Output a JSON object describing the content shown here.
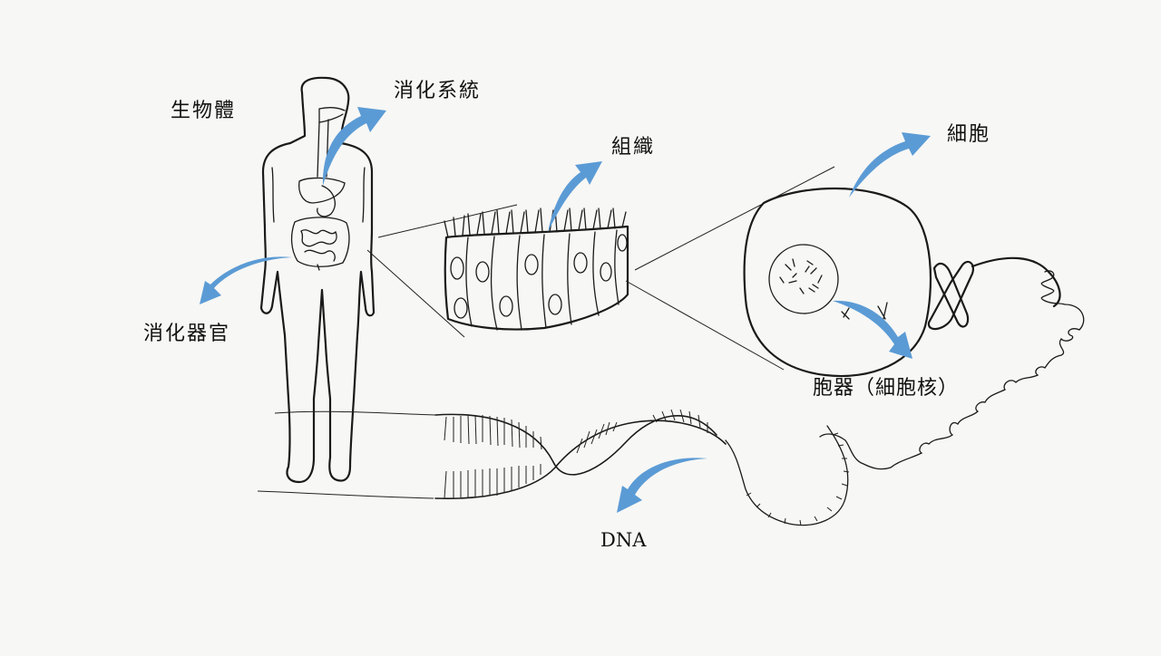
{
  "labels": {
    "organism": "生物體",
    "digestive_system": "消化系統",
    "digestive_organ": "消化器官",
    "tissue": "組織",
    "cell": "細胞",
    "organelle": "胞器（細胞核）",
    "dna": "DNA"
  },
  "colors": {
    "arrow": "#5b9bd5",
    "ink": "#1a1a1a",
    "background": "#f7f7f5"
  }
}
